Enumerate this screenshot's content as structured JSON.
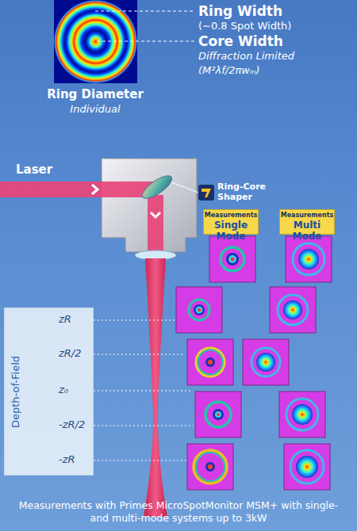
{
  "diagram": {
    "caption": "Measurements with Primes MicroSpotMonitor MSM+ with single- and multi-mode systems up to 3kW",
    "nodes": [
      {
        "text": [
          "Measurements",
          "Single Mode"
        ]
      },
      {
        "text": [
          "Measurements",
          "Multi Mode"
        ]
      },
      {
        "text": [
          "Depth-of-Field",
          "zR",
          "zR/2",
          "z₀",
          "-zR/2",
          "-zR"
        ]
      }
    ],
    "labels": [
      "Ring Width",
      "(~0.8 Spot Width)",
      "Core Width",
      "Diffraction Limited",
      "(M²λf/2πwᵢₙ)",
      "Ring Diameter",
      "Individual",
      "Laser",
      "Ring-Core Shaper"
    ]
  }
}
